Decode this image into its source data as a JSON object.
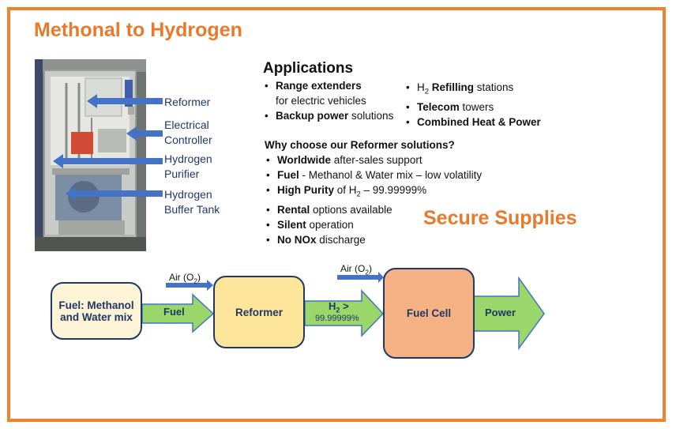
{
  "title": "Methonal to Hydrogen",
  "photo_labels": [
    "Reformer",
    "Electrical Controller",
    "Hydrogen Purifier",
    "Hydrogen Buffer Tank"
  ],
  "applications": {
    "heading": "Applications",
    "left": [
      {
        "bold": "Range extenders",
        "rest": "",
        "cont": "for electric vehicles"
      },
      {
        "bold": "Backup power",
        "rest": " solutions",
        "cont": ""
      }
    ],
    "right": [
      {
        "pre": "H",
        "sub": "2",
        "bold": " Refilling",
        "rest": " stations"
      },
      {
        "pre": "",
        "sub": "",
        "bold": "Telecom",
        "rest": " towers"
      },
      {
        "pre": "",
        "sub": "",
        "bold": "Combined Heat & Power",
        "rest": ""
      }
    ]
  },
  "why": {
    "heading": "Why choose our Reformer solutions?",
    "items": [
      {
        "bold": "Worldwide",
        "rest": " after-sales support"
      },
      {
        "bold": "Fuel",
        "rest": " - Methanol & Water mix – low volatility"
      },
      {
        "bold": "High Purity",
        "rest": " of H",
        "sub": "2",
        "tail": " – 99.99999%"
      },
      {
        "bold": "Rental",
        "rest": " options available"
      },
      {
        "bold": "Silent",
        "rest": " operation"
      },
      {
        "bold": "No NOx",
        "rest": " discharge"
      }
    ]
  },
  "secure": "Secure Supplies",
  "flow": {
    "fuel_box": "Fuel: Methanol and Water mix",
    "fuel_arrow": "Fuel",
    "air1": "Air (O",
    "air1_sub": "2",
    "air1_close": ")",
    "reformer": "Reformer",
    "h2_pre": "H",
    "h2_sub": "2",
    "h2_post": " >",
    "h2_purity": "99.99999%",
    "air2": "Air (O",
    "air2_sub": "2",
    "air2_close": ")",
    "fuel_cell": "Fuel Cell",
    "power": "Power"
  },
  "colors": {
    "border": "#f0822d",
    "accent_text": "#e97a2b",
    "navy": "#1f3864",
    "arrow_green": "#9bd66b",
    "arrow_blue": "#4472c4",
    "fuel_box": "#fdf3d6",
    "reformer_box": "#fde59b",
    "fuel_cell_box": "#f4b183"
  }
}
